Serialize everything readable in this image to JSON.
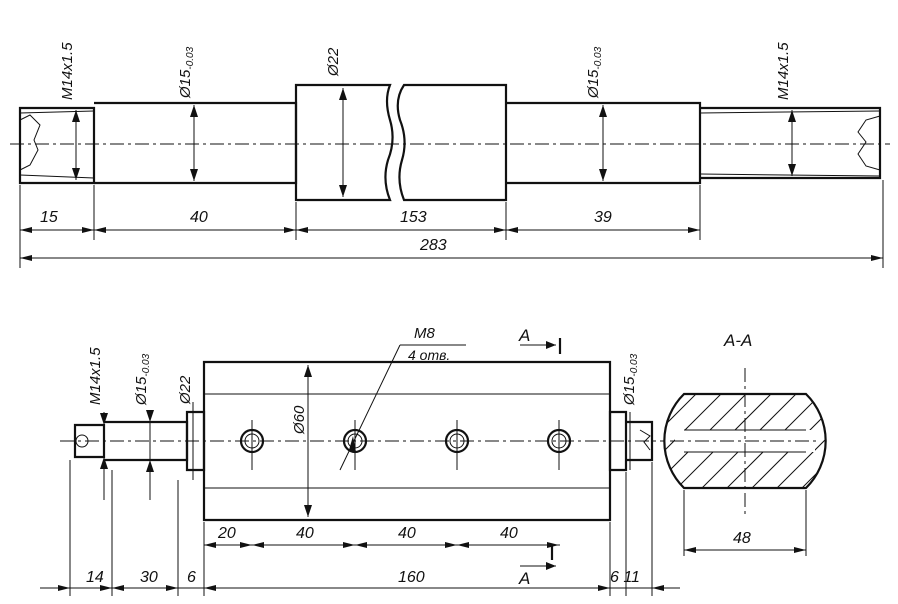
{
  "top_view": {
    "thread_left": "M14x1.5",
    "thread_right": "M14x1.5",
    "dia_left_main": "Ø15",
    "dia_left_tol": "-0.03",
    "dia_center": "Ø22",
    "dia_right_main": "Ø15",
    "dia_right_tol": "-0.03",
    "dims": {
      "d15": "15",
      "d40": "40",
      "d153": "153",
      "d39": "39",
      "d283": "283"
    }
  },
  "bottom_view": {
    "thread": "M14x1.5",
    "dia_left_main": "Ø15",
    "dia_left_tol": "-0.03",
    "dia22": "Ø22",
    "dia60": "Ø60",
    "dia_right_main": "Ø15",
    "dia_right_tol": "-0.03",
    "hole_label": "M8",
    "hole_count": "4 отв.",
    "section_mark_top": "A",
    "section_mark_bottom": "A",
    "dims": {
      "d20": "20",
      "d40a": "40",
      "d40b": "40",
      "d40c": "40",
      "d14": "14",
      "d30": "30",
      "d6": "6",
      "d160": "160",
      "d6_11": "6 11"
    }
  },
  "section_view": {
    "title": "A-A",
    "width_dim": "48"
  }
}
